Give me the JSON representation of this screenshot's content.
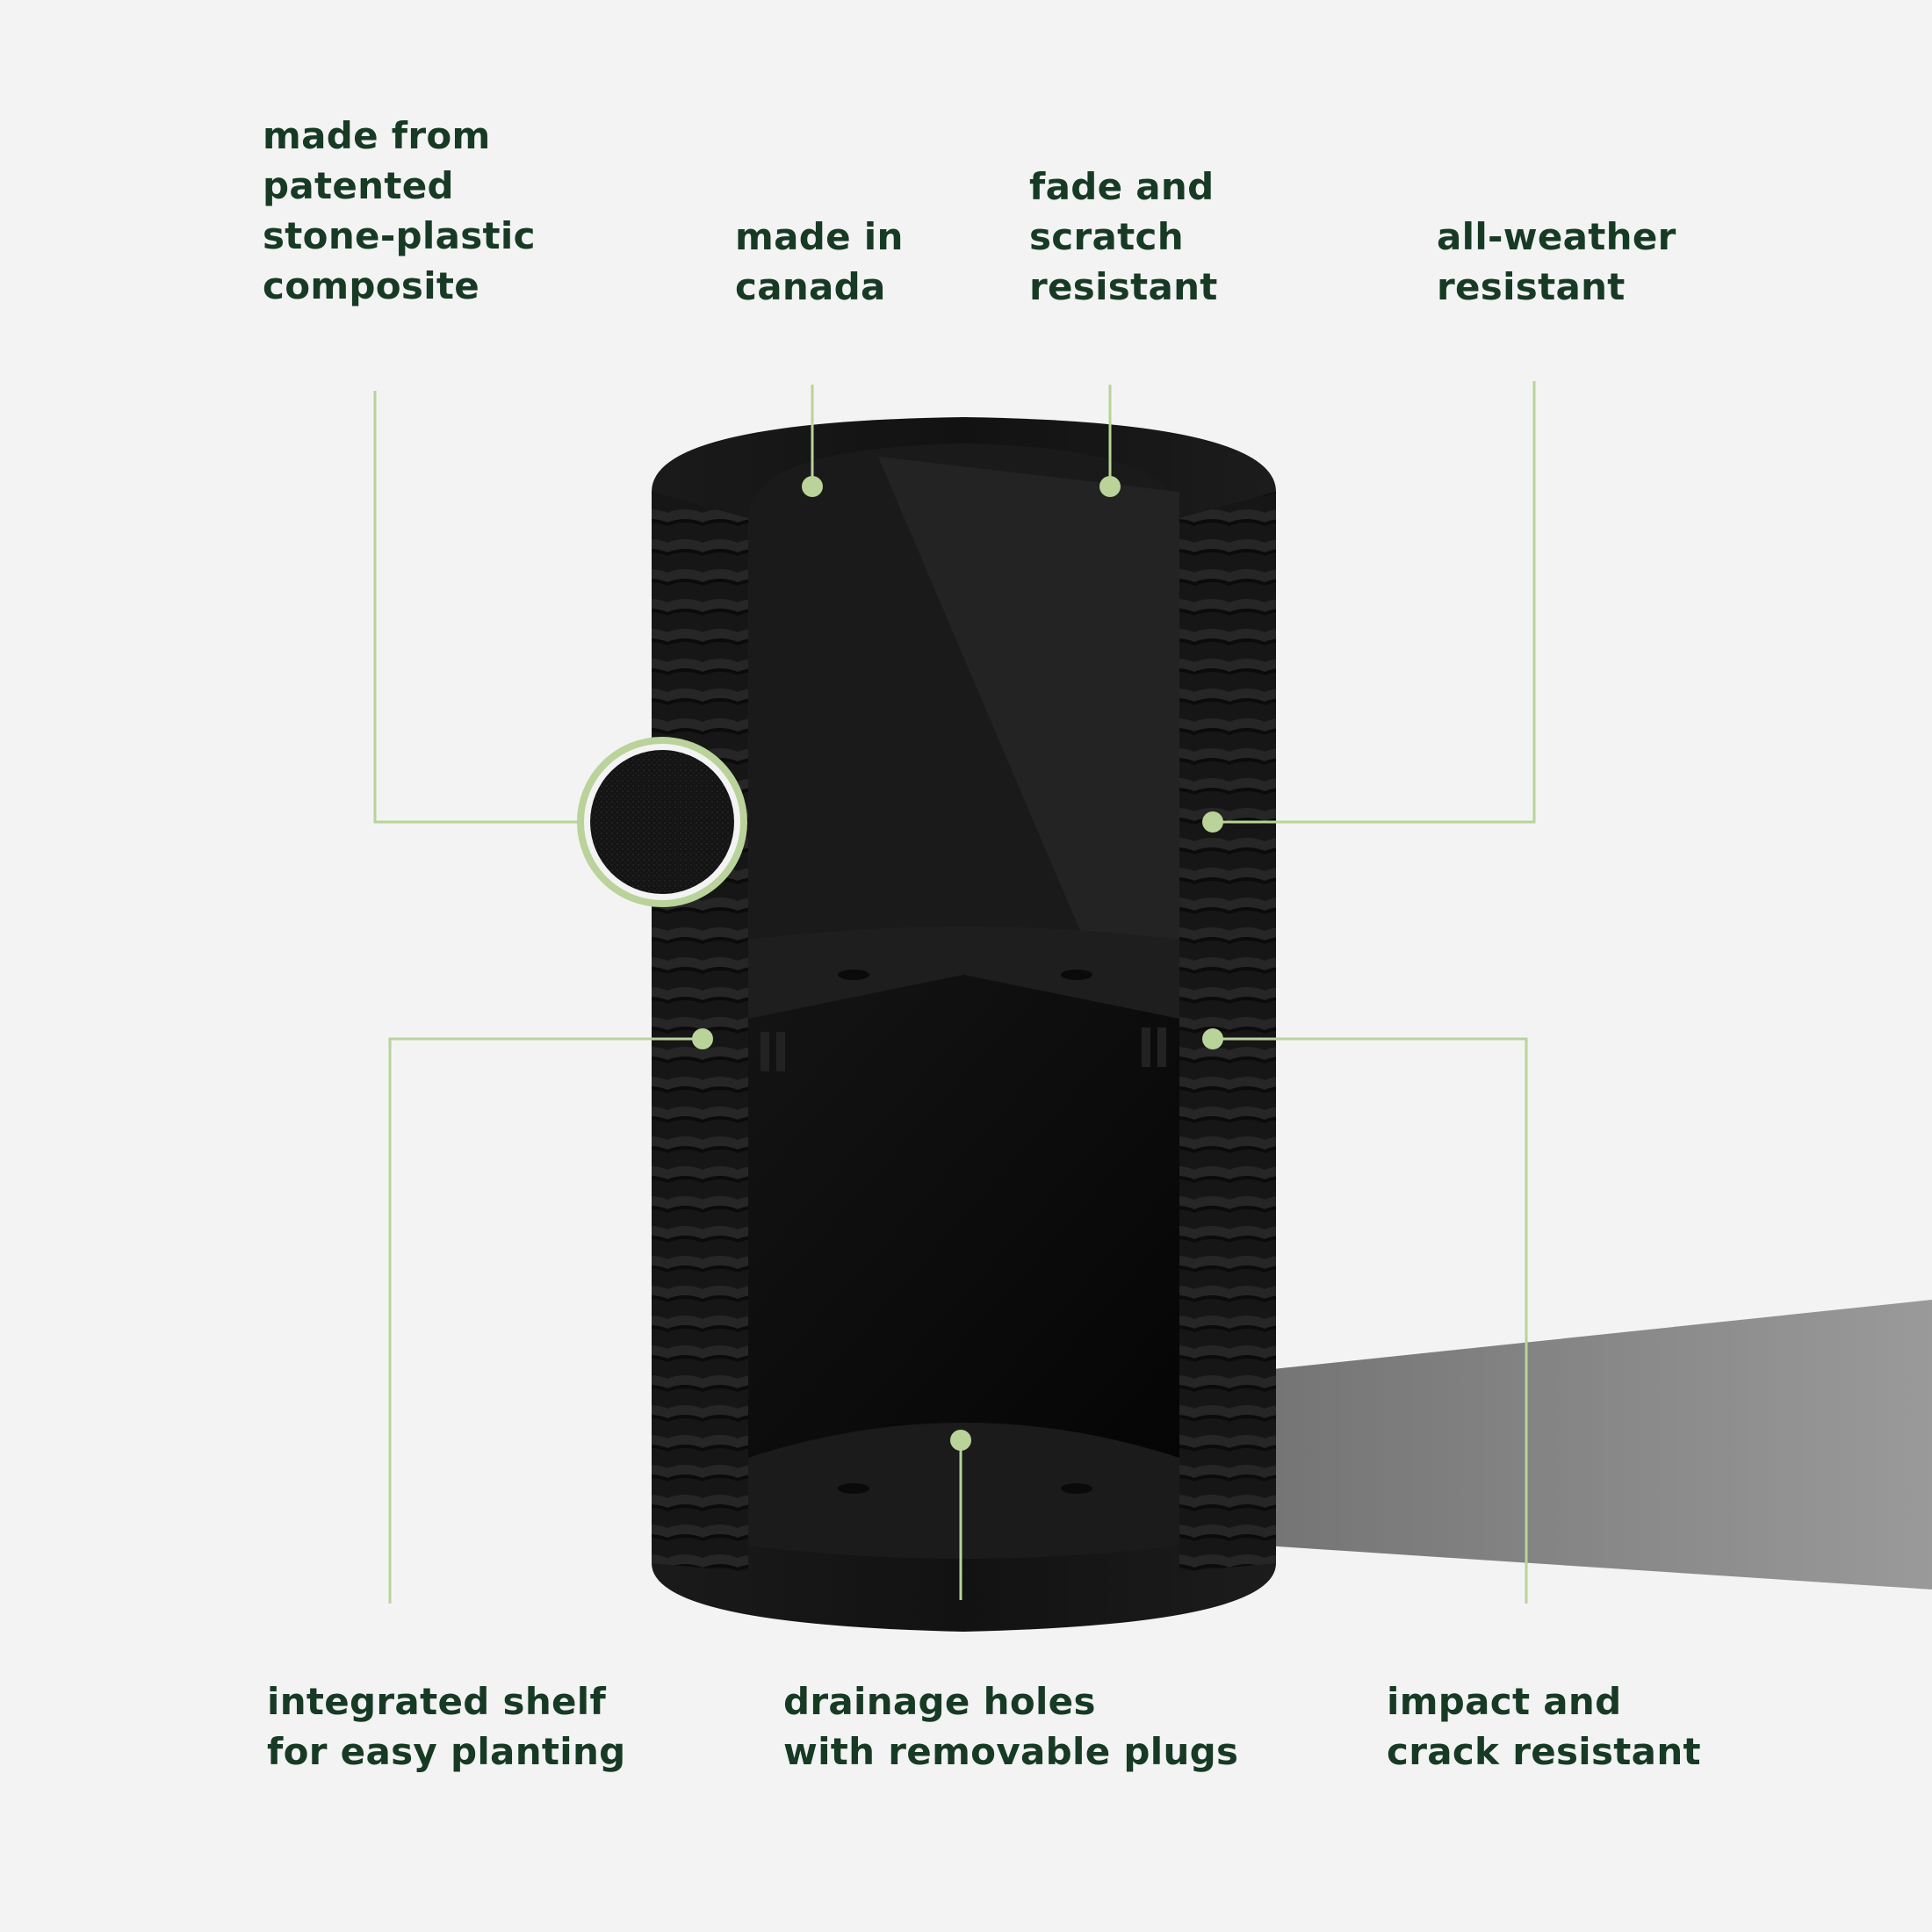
{
  "features": {
    "material": {
      "lines": [
        "made from",
        "patented",
        "stone-plastic",
        "composite"
      ]
    },
    "origin": {
      "lines": [
        "made in",
        "canada"
      ]
    },
    "fade": {
      "lines": [
        "fade and",
        "scratch",
        "resistant"
      ]
    },
    "weather": {
      "lines": [
        "all-weather",
        "resistant"
      ]
    },
    "shelf": {
      "lines": [
        "integrated shelf",
        "for easy planting"
      ]
    },
    "drainage": {
      "lines": [
        "drainage holes",
        "with removable plugs"
      ]
    },
    "impact": {
      "lines": [
        "impact and",
        "crack resistant"
      ]
    }
  },
  "colors": {
    "background": "#f3f3f3",
    "text": "#173a24",
    "accent": "#b9d39a",
    "planter": "#141414",
    "shadow": "#6c6c6c"
  }
}
